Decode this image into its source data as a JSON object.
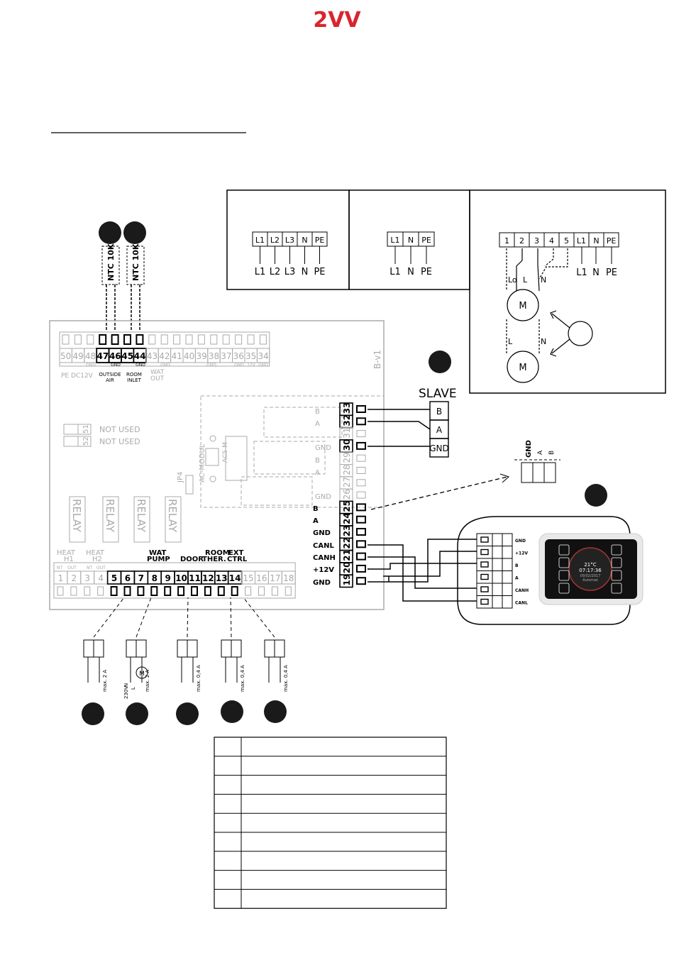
{
  "logo": {
    "text": "2VV",
    "color": "#d7262f"
  },
  "supply": {
    "three_phase": {
      "terminals": [
        "L1",
        "L2",
        "L3",
        "N",
        "PE"
      ],
      "labels": [
        "L1",
        "L2",
        "L3",
        "N",
        "PE"
      ]
    },
    "single_phase": {
      "terminals": [
        "L1",
        "N",
        "PE"
      ],
      "labels": [
        "L1",
        "N",
        "PE"
      ]
    },
    "ec_fan": {
      "terminals": [
        "1",
        "2",
        "3",
        "4",
        "5",
        "L1",
        "N",
        "PE"
      ],
      "labels": [
        "L1",
        "N",
        "PE"
      ],
      "motor_labels": [
        "Lo",
        "L",
        "N",
        "L",
        "N"
      ],
      "motor": "M"
    }
  },
  "sensors": [
    {
      "label": "NTC 10K"
    },
    {
      "label": "NTC 10K"
    }
  ],
  "board": {
    "version": "B-v1",
    "top_terminals": [
      "50",
      "49",
      "48",
      "47",
      "46",
      "45",
      "44",
      "43",
      "42",
      "41",
      "40",
      "39",
      "38",
      "37",
      "36",
      "35",
      "34"
    ],
    "top_small": [
      "GND",
      "GND",
      "GND",
      "GND",
      "GND",
      "GND",
      "12V",
      "GND"
    ],
    "top_labels": [
      "PE",
      "DC12V",
      "OUTSIDE",
      "AIR",
      "ROOM",
      "INLET",
      "WAT",
      "OUT"
    ],
    "not_used": [
      {
        "nums": "51",
        "label": "NOT USED"
      },
      {
        "nums": "52",
        "label": "NOT USED"
      }
    ],
    "relay": "RELAY",
    "jp4": "JP4",
    "ac_modul": "AC-MODUL",
    "ac5": "AC5-M",
    "right_terminals": [
      "33",
      "32",
      "31",
      "30",
      "29",
      "28",
      "27",
      "26",
      "25",
      "24",
      "23",
      "22",
      "21",
      "20",
      "19"
    ],
    "right_inner_labels": [
      "B",
      "A",
      "GND",
      "B",
      "A",
      "GND"
    ],
    "right_labels": [
      "B",
      "A",
      "GND",
      "CANL",
      "CANH",
      "+12V",
      "GND"
    ],
    "bottom_terminals": [
      "1",
      "2",
      "3",
      "4",
      "5",
      "6",
      "7",
      "8",
      "9",
      "10",
      "11",
      "12",
      "13",
      "14",
      "15",
      "16",
      "17",
      "18"
    ],
    "bottom_small": [
      "NT",
      "OUT",
      "NT",
      "OUT"
    ],
    "bottom_labels": {
      "heat": "HEAT",
      "h1": "H1",
      "h2": "H2",
      "wat": "WAT",
      "pump": "PUMP",
      "door": "DOOR",
      "room": "ROOM",
      "ther": "THER.",
      "ext": "EXT",
      "ctrl": "CTRL"
    }
  },
  "slave": {
    "title": "SLAVE",
    "terminals": [
      "B",
      "A",
      "GND"
    ]
  },
  "modbus_connector": [
    "GND",
    "A",
    "B"
  ],
  "panel": {
    "terminals": [
      "GND",
      "+12V",
      "B",
      "A",
      "CANH",
      "CANL"
    ],
    "screen": {
      "temp": "21°C",
      "time": "07:17:36",
      "date": "09/02/2017",
      "mode": "Automat"
    }
  },
  "loads": [
    {
      "text": "max. 2 A"
    },
    {
      "v": "230V",
      "n": "N",
      "l": "L",
      "motor": "M",
      "text": "max. 2 A"
    },
    {
      "text": "max. 0,4 A"
    },
    {
      "text": "max. 0,4 A"
    },
    {
      "text": "max. 0,4 A"
    }
  ],
  "table_rows": 9
}
